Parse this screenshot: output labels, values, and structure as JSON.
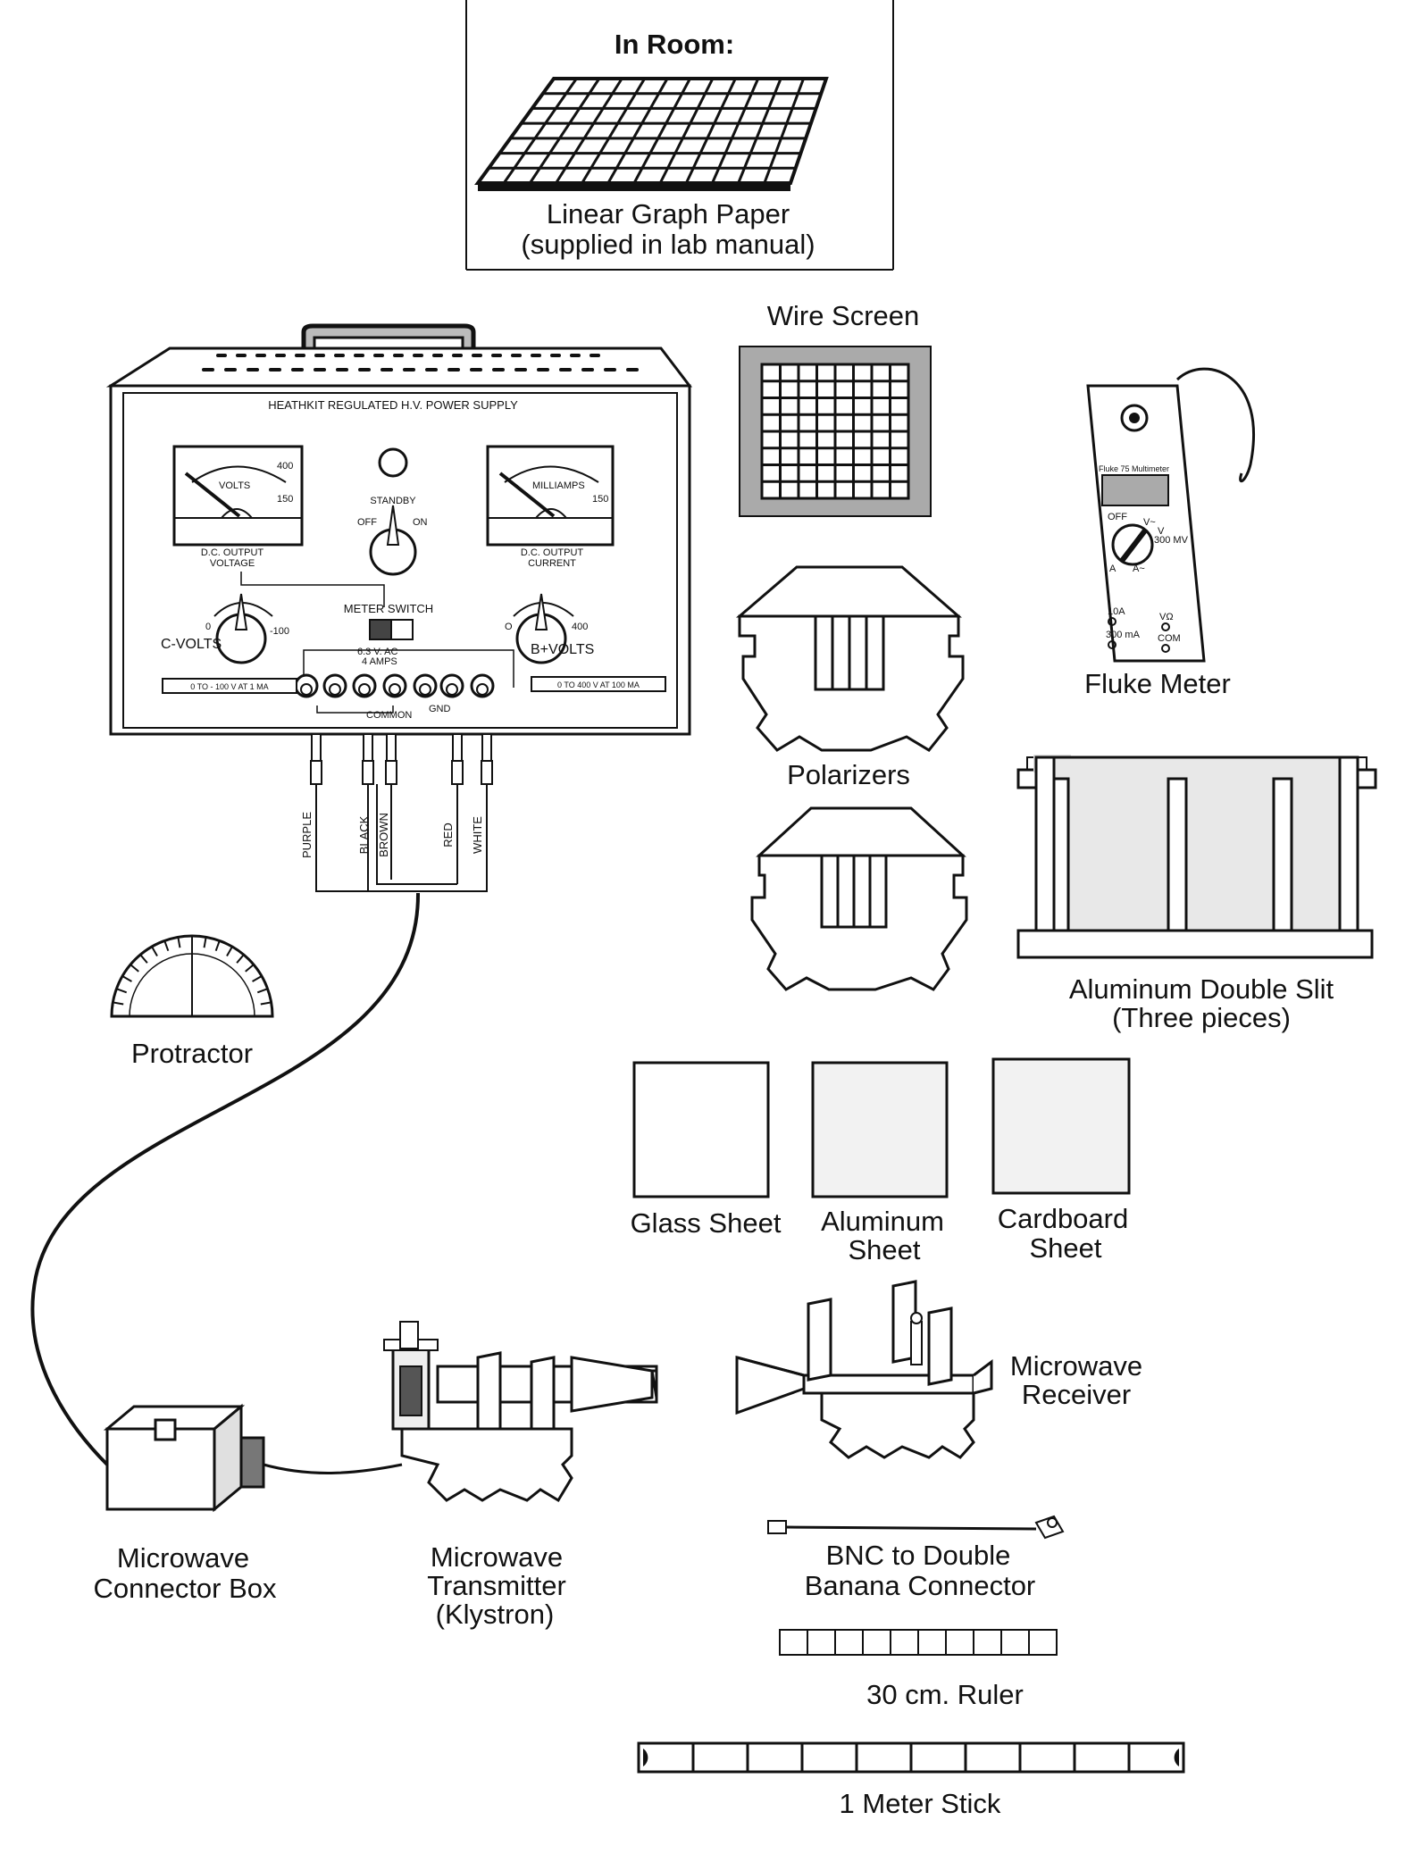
{
  "in_room": {
    "heading": "In Room:",
    "graph_paper_line1": "Linear Graph Paper",
    "graph_paper_line2": "(supplied in lab manual)"
  },
  "power_supply": {
    "title": "HEATHKIT REGULATED H.V. POWER SUPPLY",
    "volts_meter": {
      "label": "VOLTS",
      "scale_top": "400",
      "scale_right": "150",
      "caption_line1": "D.C. OUTPUT",
      "caption_line2": "VOLTAGE"
    },
    "milliamps_meter": {
      "label": "MILLIAMPS",
      "scale_right": "150",
      "caption_line1": "D.C. OUTPUT",
      "caption_line2": "CURRENT"
    },
    "standby": {
      "label": "STANDBY",
      "off": "OFF",
      "on": "ON"
    },
    "meter_switch": "METER SWITCH",
    "c_volts": {
      "label": "C-VOLTS",
      "min": "0",
      "max": "-100"
    },
    "b_volts": {
      "label": "B+VOLTS",
      "min": "O",
      "max": "400"
    },
    "ac_label_line1": "6.3 V. AC",
    "ac_label_line2": "4 AMPS",
    "common": "COMMON",
    "gnd": "GND",
    "left_range": "0 TO - 100 V AT 1 MA",
    "right_range": "0 TO 400 V AT 100 MA"
  },
  "wires": [
    "PURPLE",
    "BLACK",
    "BROWN",
    "RED",
    "WHITE"
  ],
  "labels": {
    "wire_screen": "Wire Screen",
    "fluke_meter": "Fluke Meter",
    "polarizers": "Polarizers",
    "double_slit_line1": "Aluminum Double Slit",
    "double_slit_line2": "(Three pieces)",
    "protractor": "Protractor",
    "glass_sheet": "Glass Sheet",
    "aluminum_sheet_line1": "Aluminum",
    "aluminum_sheet_line2": "Sheet",
    "cardboard_sheet_line1": "Cardboard",
    "cardboard_sheet_line2": "Sheet",
    "receiver_line1": "Microwave",
    "receiver_line2": "Receiver",
    "bnc_line1": "BNC to Double",
    "bnc_line2": "Banana Connector",
    "ruler": "30 cm.  Ruler",
    "meter_stick": "1 Meter Stick",
    "connector_box_line1": "Microwave",
    "connector_box_line2": "Connector Box",
    "transmitter_line1": "Microwave",
    "transmitter_line2": "Transmitter",
    "transmitter_line3": "(Klystron)"
  },
  "fluke": {
    "brand": "Fluke 75 Multimeter",
    "off": "OFF",
    "v_ac": "V~",
    "v_dc": "V",
    "mv": "300 MV",
    "a_dc": "A",
    "a_ac": "A~",
    "jack_10a": "10A",
    "jack_300ma": "300 mA",
    "jack_vohm": "VΩ",
    "jack_com": "COM"
  }
}
